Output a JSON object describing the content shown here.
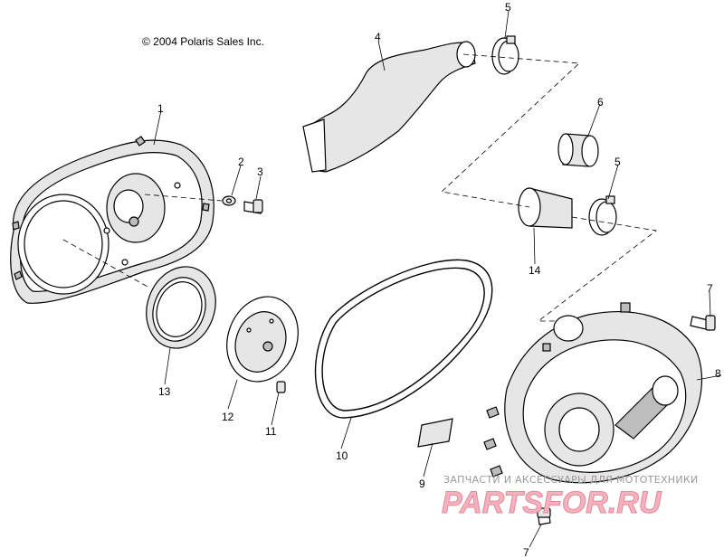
{
  "copyright": "© 2004 Polaris Sales Inc.",
  "watermark": {
    "tagline": "ЗАПЧАСТИ И АКСЕССУАРЫ ДЛЯ МОТОТЕХНИКИ",
    "logo": "PARTSFOR.RU"
  },
  "callouts": {
    "c1": "1",
    "c2": "2",
    "c3": "3",
    "c4": "4",
    "c5a": "5",
    "c5b": "5",
    "c6": "6",
    "c7a": "7",
    "c7b": "7",
    "c8": "8",
    "c9": "9",
    "c10": "10",
    "c11": "11",
    "c12": "12",
    "c13": "13",
    "c14": "14"
  }
}
